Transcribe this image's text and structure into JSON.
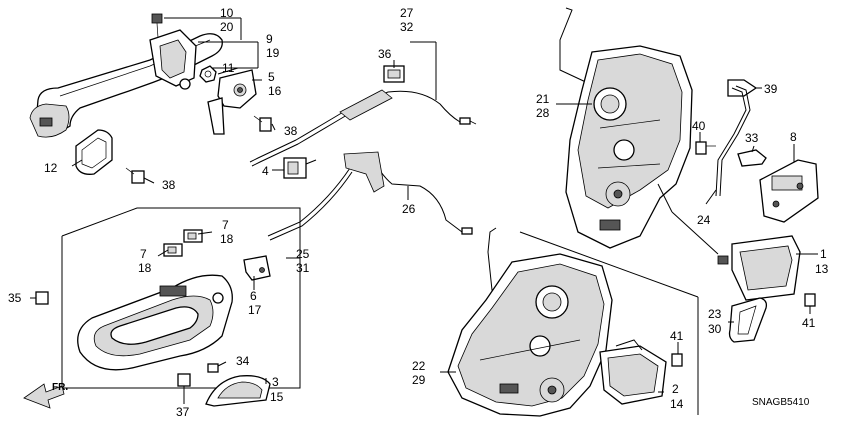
{
  "diagram": {
    "code": "SNAGB5410",
    "direction": "FR.",
    "labels": [
      "10",
      "20",
      "9",
      "19",
      "11",
      "5",
      "16",
      "38",
      "12",
      "38",
      "4",
      "36",
      "27",
      "32",
      "26",
      "21",
      "28",
      "40",
      "39",
      "33",
      "8",
      "24",
      "1",
      "13",
      "41",
      "7",
      "18",
      "7",
      "18",
      "25",
      "31",
      "6",
      "17",
      "35",
      "34",
      "37",
      "3",
      "15",
      "22",
      "29",
      "41",
      "2",
      "14",
      "23",
      "30"
    ]
  }
}
